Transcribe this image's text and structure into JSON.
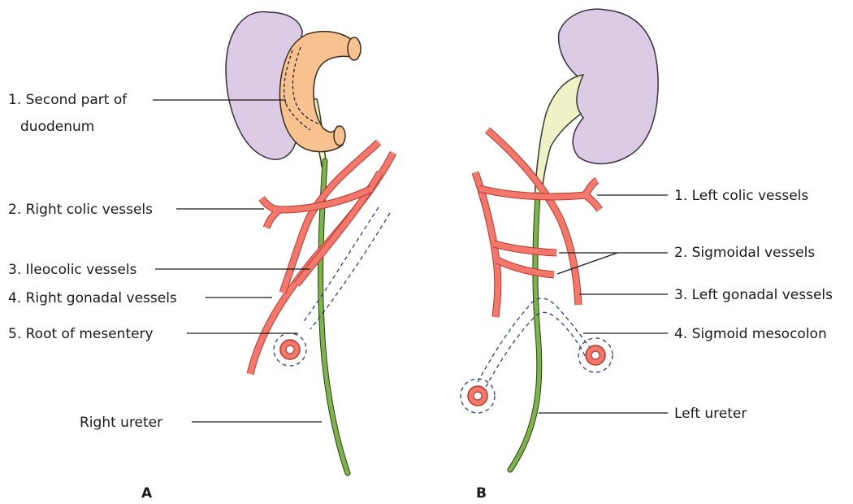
{
  "panels": {
    "a": {
      "letter": "A",
      "labels": {
        "duodenum_line1": "1. Second part of",
        "duodenum_line2": "duodenum",
        "right_colic": "2. Right colic vessels",
        "ileocolic": "3. Ileocolic vessels",
        "right_gonadal": "4. Right gonadal vessels",
        "root_mesentery": "5. Root of mesentery",
        "right_ureter": "Right ureter"
      }
    },
    "b": {
      "letter": "B",
      "labels": {
        "left_colic": "1. Left colic vessels",
        "sigmoidal": "2. Sigmoidal vessels",
        "left_gonadal": "3. Left gonadal vessels",
        "sigmoid_mesocolon": "4. Sigmoid mesocolon",
        "left_ureter": "Left ureter"
      }
    }
  },
  "colors": {
    "kidney": "#dccbe4",
    "duodenum": "#f7c28f",
    "ureter": "#7eb548",
    "vessel": "#f3786b",
    "mesentery": "#2d3c8e"
  }
}
